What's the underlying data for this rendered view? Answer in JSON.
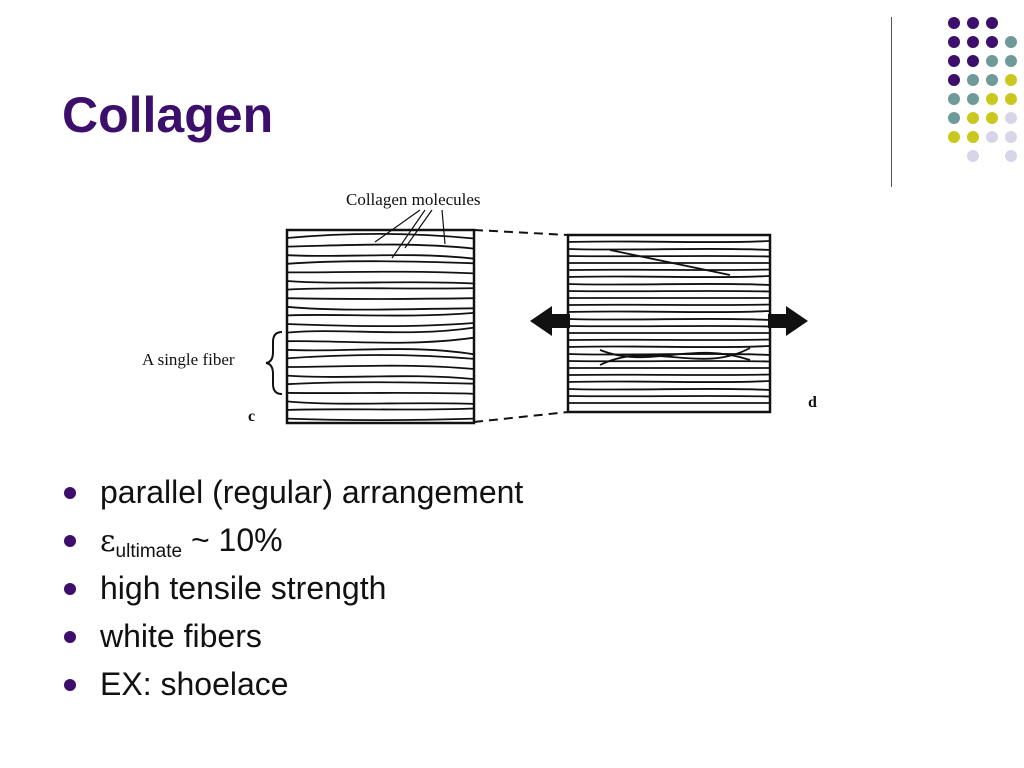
{
  "slide": {
    "title": "Collagen",
    "accent_color": "#3b0f6b",
    "dot_colors": {
      "purple": "#3b0f6b",
      "teal": "#6f9a9a",
      "yellow": "#c8c81e",
      "lavender": "#d6d6e8"
    }
  },
  "figure": {
    "label_molecules": "Collagen molecules",
    "label_fiber": "A single fiber",
    "label_c": "c",
    "label_d": "d"
  },
  "bullets": {
    "item1": "parallel (regular) arrangement",
    "item2_symbol": "ε",
    "item2_sub": "ultimate",
    "item2_rest": " ~ 10%",
    "item3": "high tensile strength",
    "item4": "white fibers",
    "item5": "EX: shoelace"
  }
}
